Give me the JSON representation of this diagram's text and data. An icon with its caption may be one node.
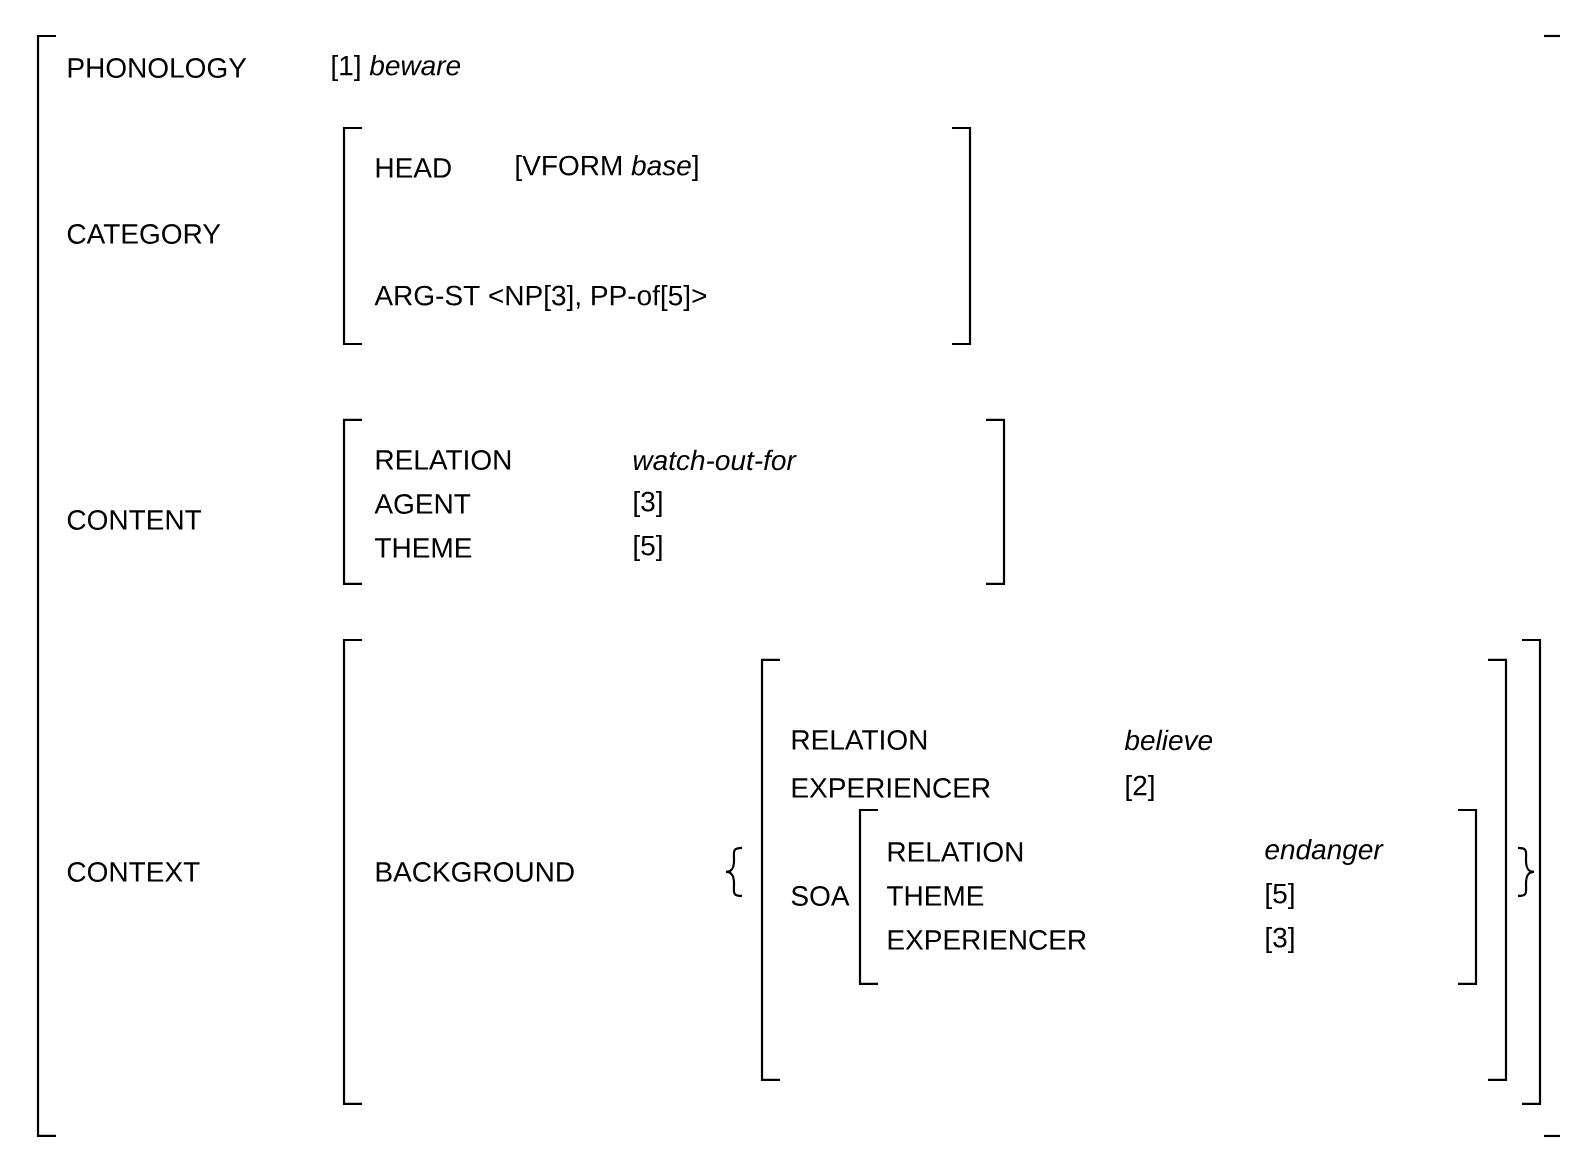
{
  "diagram": {
    "labels": [
      "PHONOLOGY",
      "[1] *beware*",
      "CATEGORY",
      "HEAD",
      "[VFORM *base*]",
      "ARG-ST <NP[3], PP-of[5]>",
      "CONTENT",
      "RELATION",
      "watch-out-for",
      "AGENT",
      "[3]",
      "THEME",
      "[5]",
      "CONTEXT",
      "BACKGROUND",
      "RELATION",
      "believe",
      "EXPERIENCER",
      "[2]",
      "SOA",
      "RELATION",
      "endanger",
      "THEME",
      "[5]",
      "EXPERIENCER",
      "[3]"
    ]
  }
}
